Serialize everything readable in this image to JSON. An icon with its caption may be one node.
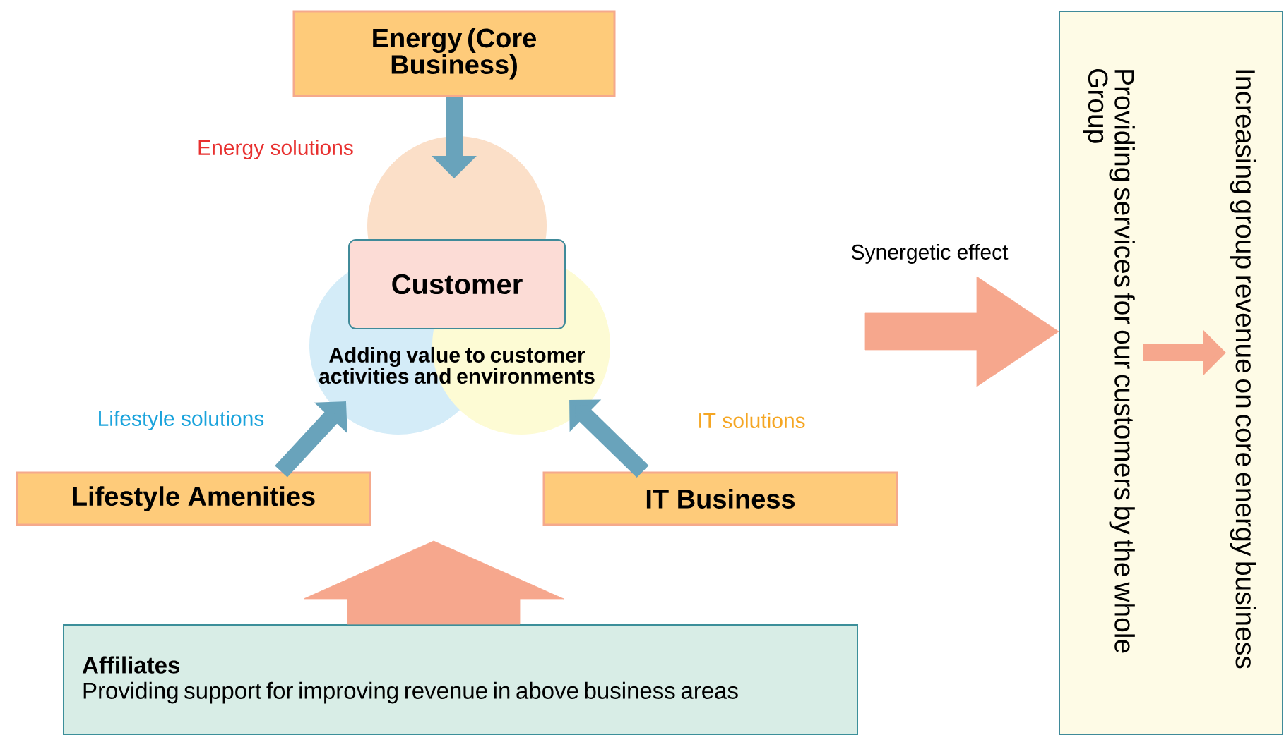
{
  "diagram": {
    "nodes": [
      {
        "text": [
          "Energy (Core Business)"
        ]
      },
      {
        "text": [
          "Customer"
        ],
        "beside": [
          "Adding value to customer activities and environments"
        ]
      },
      {
        "text": [
          "Lifestyle Amenities"
        ]
      },
      {
        "text": [
          "IT Business"
        ]
      },
      {
        "text": [
          "Affiliates",
          "Providing support for improving revenue in above business areas"
        ]
      },
      {
        "text": [],
        "shape": "box"
      },
      {
        "text": [
          "Providing services for our customers by the whole Group"
        ],
        "in": 5
      },
      {
        "text": [
          "Increasing group revenue on core energy business"
        ],
        "in": 5
      }
    ],
    "edges": [
      {
        "from": 0,
        "to": 1,
        "arrow": "to",
        "label": "Energy solutions"
      },
      {
        "from": 2,
        "to": 1,
        "arrow": "to",
        "label": "Lifestyle solutions"
      },
      {
        "from": 3,
        "to": 1,
        "arrow": "to",
        "label": "IT solutions"
      },
      {
        "from": null,
        "to": 5,
        "arrow": "to",
        "label": "Synergetic effect",
        "style": "thick",
        "color": "#f6a78d"
      },
      {
        "from": 4,
        "to": null,
        "arrow": "to",
        "style": "thick",
        "color": "#f6a78d"
      },
      {
        "from": 6,
        "to": 7,
        "arrow": "to",
        "color": "#f6a78d"
      }
    ]
  }
}
